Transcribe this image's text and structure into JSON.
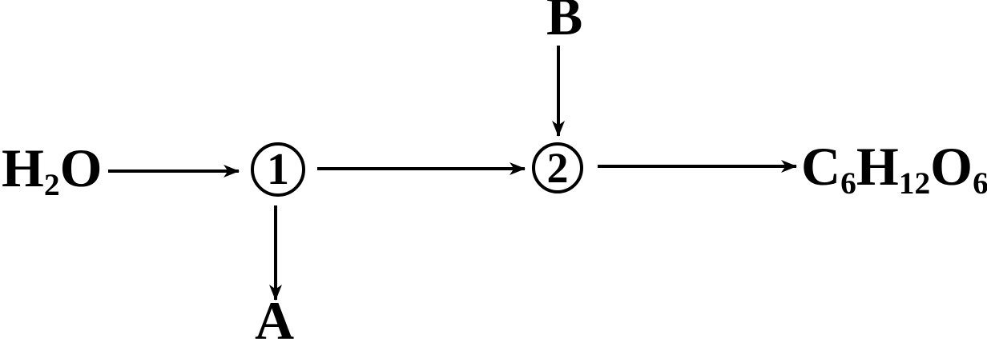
{
  "diagram": {
    "type": "process-flow",
    "background_color": "#ffffff",
    "ink_color": "#000000",
    "nodes": {
      "water": {
        "base1": "H",
        "sub1": "2",
        "base2": "O"
      },
      "step1": {
        "label": "1"
      },
      "step2": {
        "label": "2"
      },
      "glucose": {
        "base1": "C",
        "sub1": "6",
        "base2": "H",
        "sub2": "12",
        "base3": "O",
        "sub3": "6"
      },
      "substance_a": {
        "label": "A"
      },
      "substance_b": {
        "label": "B"
      }
    },
    "edges": [
      {
        "from": "H2O",
        "to": "step-1",
        "direction": "right"
      },
      {
        "from": "step-1",
        "to": "step-2",
        "direction": "right"
      },
      {
        "from": "step-2",
        "to": "C6H12O6",
        "direction": "right"
      },
      {
        "from": "B",
        "to": "step-2",
        "direction": "down"
      },
      {
        "from": "step-1",
        "to": "A",
        "direction": "down"
      }
    ]
  }
}
